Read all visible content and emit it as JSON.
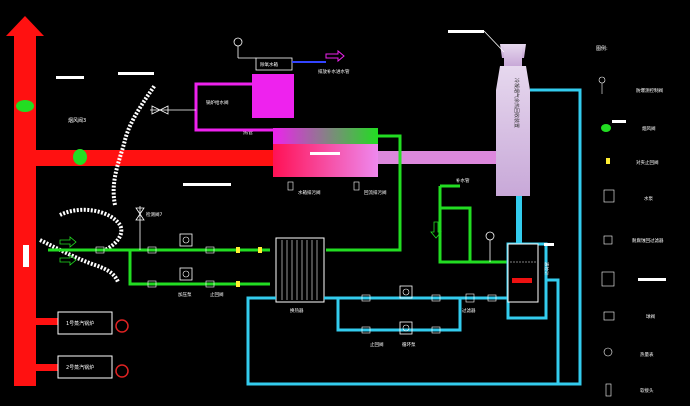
{
  "labels": {
    "boiler1": "1号蒸汽锅炉",
    "boiler2": "2号蒸汽锅炉",
    "damper3": "烟风阀3",
    "check7": "检测阀7",
    "dosing": "除氧水箱",
    "makeup_pipe": "排放补水进水管",
    "boiler_feed": "锅炉给水阀",
    "heat_pipe": "热管",
    "drain_valve": "水箱排污阀",
    "return_drain": "回流排污阀",
    "booster_pump": "加压泵",
    "stop_valve1": "止回阀",
    "heat_exchanger": "换热器",
    "makeup_water": "补水管",
    "stop_valve2": "止回阀",
    "circ_pump": "循环泵",
    "filter": "过滤器",
    "tank_level": "液位计",
    "tower_text": "冷凝烟气余热回收装置"
  },
  "legend": {
    "title": "图例:",
    "items": [
      {
        "name": "温度仪表",
        "label": "防爆测控制阀"
      },
      {
        "name": "damper",
        "label": "烟风阀"
      },
      {
        "name": "check",
        "label": "对夹止回阀"
      },
      {
        "name": "pump",
        "label": "水泵"
      },
      {
        "name": "filter",
        "label": "耐腐蚀回过滤器"
      },
      {
        "name": "pipe",
        "label": ""
      },
      {
        "name": "valve",
        "label": "球阀"
      },
      {
        "name": "gauge",
        "label": "热量表"
      },
      {
        "name": "joint",
        "label": "软接头"
      }
    ]
  },
  "colors": {
    "flue": "#ff1111",
    "green": "#22dd22",
    "cyan": "#33ccee",
    "magenta": "#ee22ee",
    "pink": "#dd88dd",
    "white": "#ffffff"
  }
}
